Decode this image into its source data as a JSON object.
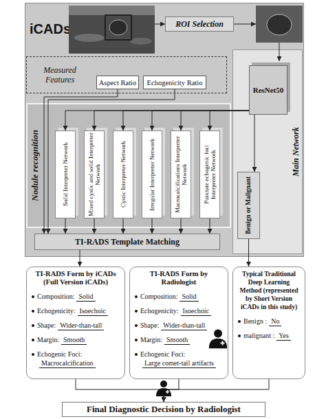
{
  "diagram": {
    "nodes": [
      {
        "text": [
          "iCADs"
        ]
      },
      {
        "text": [
          "ROI Selection"
        ],
        "in": 0
      },
      {
        "text": [
          "Measured Features"
        ],
        "in": 0
      },
      {
        "text": [
          "Aspect Ratio"
        ],
        "in": 2
      },
      {
        "text": [
          "Echogenicity Ratio"
        ],
        "in": 2
      },
      {
        "text": [
          "Main Network"
        ],
        "in": 0
      },
      {
        "text": [
          "ResNet50"
        ],
        "in": 5
      },
      {
        "text": [
          "Nodule recognition"
        ],
        "in": 0
      },
      {
        "text": [
          "Solid Interpreter Network"
        ],
        "in": 7
      },
      {
        "text": [
          "Mixed cystic and solid Interpreter Network"
        ],
        "in": 7
      },
      {
        "text": [
          "Cystic Interpreter Network"
        ],
        "in": 7
      },
      {
        "text": [
          "Irregular Interpreter Network"
        ],
        "in": 7
      },
      {
        "text": [
          "Macrocalcifications Interpreter Network"
        ],
        "in": 7
      },
      {
        "text": [
          "Punctate echogenic foci Interpreter Network"
        ],
        "in": 7
      },
      {
        "text": [
          "Benign or Malignant"
        ],
        "in": 5
      },
      {
        "text": [
          "TI-RADS Template Matching"
        ],
        "in": 0
      },
      {
        "text": [
          "TI-RADS Form by iCADs (Full Version iCADs)",
          "Composition:",
          "Solid",
          "Echogenicity:",
          "Isoechoic",
          "Shape:",
          "Wider-than-tall",
          "Margin:",
          "Smooth",
          "Echogenic Foci:",
          "Macrocalcification"
        ]
      },
      {
        "text": [
          "TI-RADS Form by Radiologist",
          "Composition:",
          "Solid",
          "Echogenicity:",
          "Isoechoic",
          "Shape:",
          "Wider-than-tall",
          "Margin:",
          "Smooth",
          "Echogenic Foci:",
          "Large comet-tail artifacts"
        ]
      },
      {
        "text": [
          "Typical Traditional Deep Learning Method (represented by Short Version iCADs in this study)",
          "Benign :",
          "No",
          "malignant :",
          "Yes"
        ]
      },
      {
        "text": [
          "Final Diagnostic Decision by Radiologist"
        ]
      }
    ],
    "edges": [
      {
        "from": 6,
        "to": 14,
        "arrow": "to"
      },
      {
        "from": 6,
        "to": 8,
        "arrow": "to"
      },
      {
        "from": 6,
        "to": 9,
        "arrow": "to"
      },
      {
        "from": 6,
        "to": 10,
        "arrow": "to"
      },
      {
        "from": 6,
        "to": 11,
        "arrow": "to"
      },
      {
        "from": 6,
        "to": 12,
        "arrow": "to"
      },
      {
        "from": 6,
        "to": 13,
        "arrow": "to"
      },
      {
        "from": 3,
        "to": 15,
        "arrow": "to"
      },
      {
        "from": 4,
        "to": 15,
        "arrow": "to"
      },
      {
        "from": 8,
        "to": 15,
        "arrow": "to"
      },
      {
        "from": 9,
        "to": 15,
        "arrow": "to"
      },
      {
        "from": 10,
        "to": 15,
        "arrow": "to"
      },
      {
        "from": 11,
        "to": 15,
        "arrow": "to"
      },
      {
        "from": 12,
        "to": 15,
        "arrow": "to"
      },
      {
        "from": 13,
        "to": 15,
        "arrow": "to"
      },
      {
        "from": 14,
        "to": 18,
        "arrow": "to"
      },
      {
        "from": 15,
        "to": 16,
        "arrow": "to"
      },
      {
        "from": 16,
        "to": 19,
        "arrow": "to"
      },
      {
        "from": 17,
        "to": 19,
        "arrow": "to"
      },
      {
        "from": 18,
        "to": 19,
        "arrow": "to"
      }
    ]
  }
}
